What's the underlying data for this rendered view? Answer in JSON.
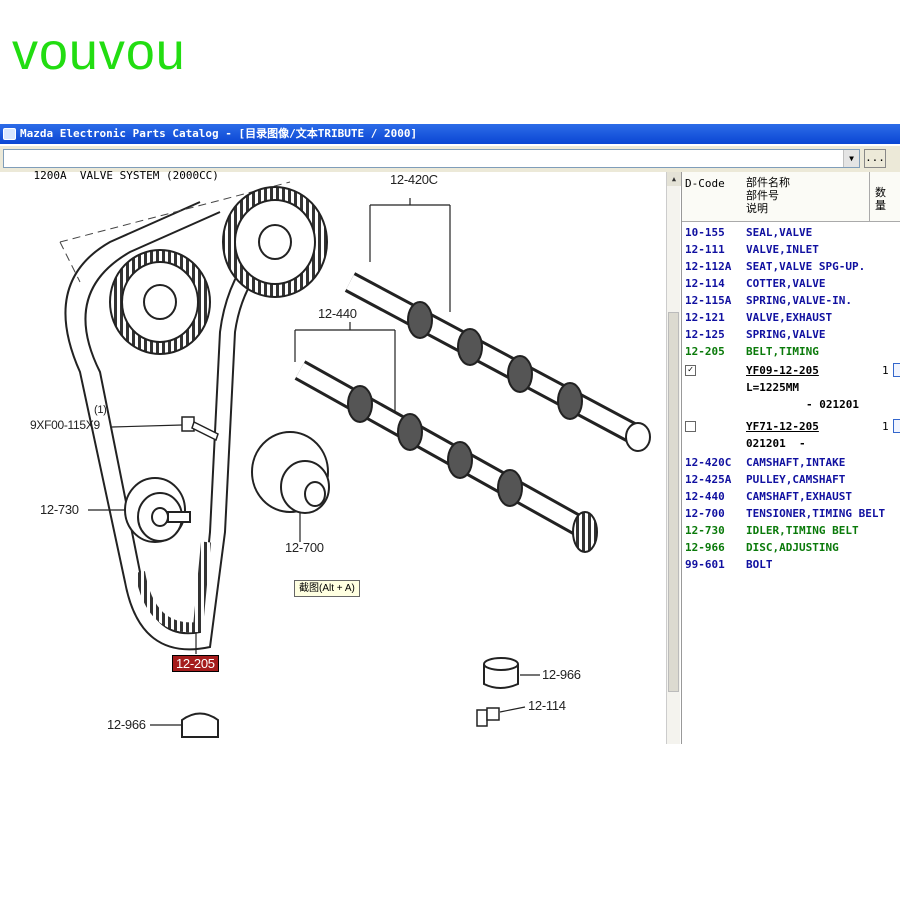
{
  "watermark": "vouvou",
  "window": {
    "title": "Mazda Electronic Parts Catalog - [目录图像/文本TRIBUTE / 2000]"
  },
  "selector": {
    "value": "1200A  VALVE SYSTEM (2000CC)",
    "more_label": "..."
  },
  "diagram": {
    "labels": {
      "camshaft_intake": "12-420C",
      "camshaft_exhaust": "12-440",
      "bolt": "9XF00-115X9",
      "bolt_qty": "(1)",
      "idler": "12-730",
      "tensioner": "12-700",
      "belt": "12-205",
      "disc_right": "12-966",
      "cotter": "12-114",
      "disc_left": "12-966"
    },
    "tooltip": "截图(Alt + A)"
  },
  "parts_table": {
    "headers": {
      "dcode": "D-Code",
      "name": "部件名称\n部件号\n说明",
      "qty": "数\n量"
    },
    "rows": [
      {
        "code": "10-155",
        "name": "SEAL,VALVE",
        "color": "blue"
      },
      {
        "code": "12-111",
        "name": "VALVE,INLET",
        "color": "blue"
      },
      {
        "code": "12-112A",
        "name": "SEAT,VALVE SPG-UP.",
        "color": "blue"
      },
      {
        "code": "12-114",
        "name": "COTTER,VALVE",
        "color": "blue"
      },
      {
        "code": "12-115A",
        "name": "SPRING,VALVE-IN.",
        "color": "blue"
      },
      {
        "code": "12-121",
        "name": "VALVE,EXHAUST",
        "color": "blue"
      },
      {
        "code": "12-125",
        "name": "SPRING,VALVE",
        "color": "blue"
      },
      {
        "code": "12-205",
        "name": "BELT,TIMING",
        "color": "green"
      }
    ],
    "variants": [
      {
        "checked": "✓",
        "part_no": "YF09-12-205",
        "qty": "1",
        "line2": "L=1225MM",
        "line3": "- 021201"
      },
      {
        "checked": "",
        "part_no": "YF71-12-205",
        "qty": "1",
        "line2": "021201  -",
        "line3": ""
      }
    ],
    "rows_after": [
      {
        "code": "12-420C",
        "name": "CAMSHAFT,INTAKE",
        "color": "blue"
      },
      {
        "code": "12-425A",
        "name": "PULLEY,CAMSHAFT",
        "color": "blue"
      },
      {
        "code": "12-440",
        "name": "CAMSHAFT,EXHAUST",
        "color": "blue"
      },
      {
        "code": "12-700",
        "name": "TENSIONER,TIMING BELT",
        "color": "blue"
      },
      {
        "code": "12-730",
        "name": "IDLER,TIMING BELT",
        "color": "green"
      },
      {
        "code": "12-966",
        "name": "DISC,ADJUSTING",
        "color": "green"
      },
      {
        "code": "99-601",
        "name": "BOLT",
        "color": "blue"
      }
    ]
  }
}
